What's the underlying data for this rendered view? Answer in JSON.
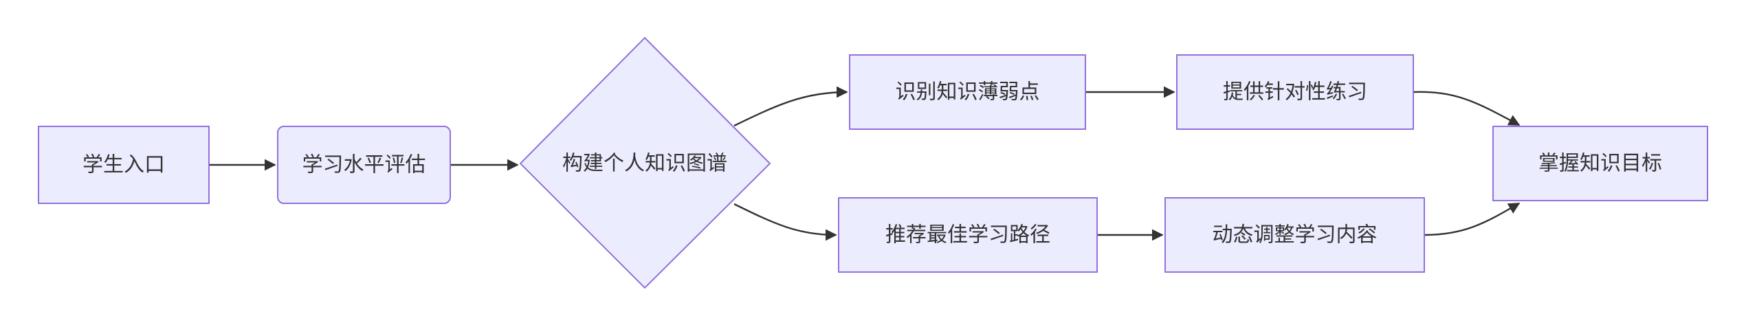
{
  "diagram": {
    "type": "flowchart",
    "direction": "left-to-right",
    "colors": {
      "node_fill": "#ECECFF",
      "node_stroke": "#9370DB",
      "edge": "#333333",
      "text": "#333333",
      "background": "#FFFFFF"
    },
    "nodes": [
      {
        "id": "A",
        "label": "学生入口",
        "shape": "rect"
      },
      {
        "id": "B",
        "label": "学习水平评估",
        "shape": "rounded-rect"
      },
      {
        "id": "C",
        "label": "构建个人知识图谱",
        "shape": "diamond"
      },
      {
        "id": "D",
        "label": "识别知识薄弱点",
        "shape": "rect"
      },
      {
        "id": "E",
        "label": "推荐最佳学习路径",
        "shape": "rect"
      },
      {
        "id": "F",
        "label": "提供针对性练习",
        "shape": "rect"
      },
      {
        "id": "G",
        "label": "动态调整学习内容",
        "shape": "rect"
      },
      {
        "id": "H",
        "label": "掌握知识目标",
        "shape": "rect"
      }
    ],
    "edges": [
      {
        "from": "A",
        "to": "B"
      },
      {
        "from": "B",
        "to": "C"
      },
      {
        "from": "C",
        "to": "D"
      },
      {
        "from": "C",
        "to": "E"
      },
      {
        "from": "D",
        "to": "F"
      },
      {
        "from": "E",
        "to": "G"
      },
      {
        "from": "F",
        "to": "H"
      },
      {
        "from": "G",
        "to": "H"
      }
    ]
  }
}
